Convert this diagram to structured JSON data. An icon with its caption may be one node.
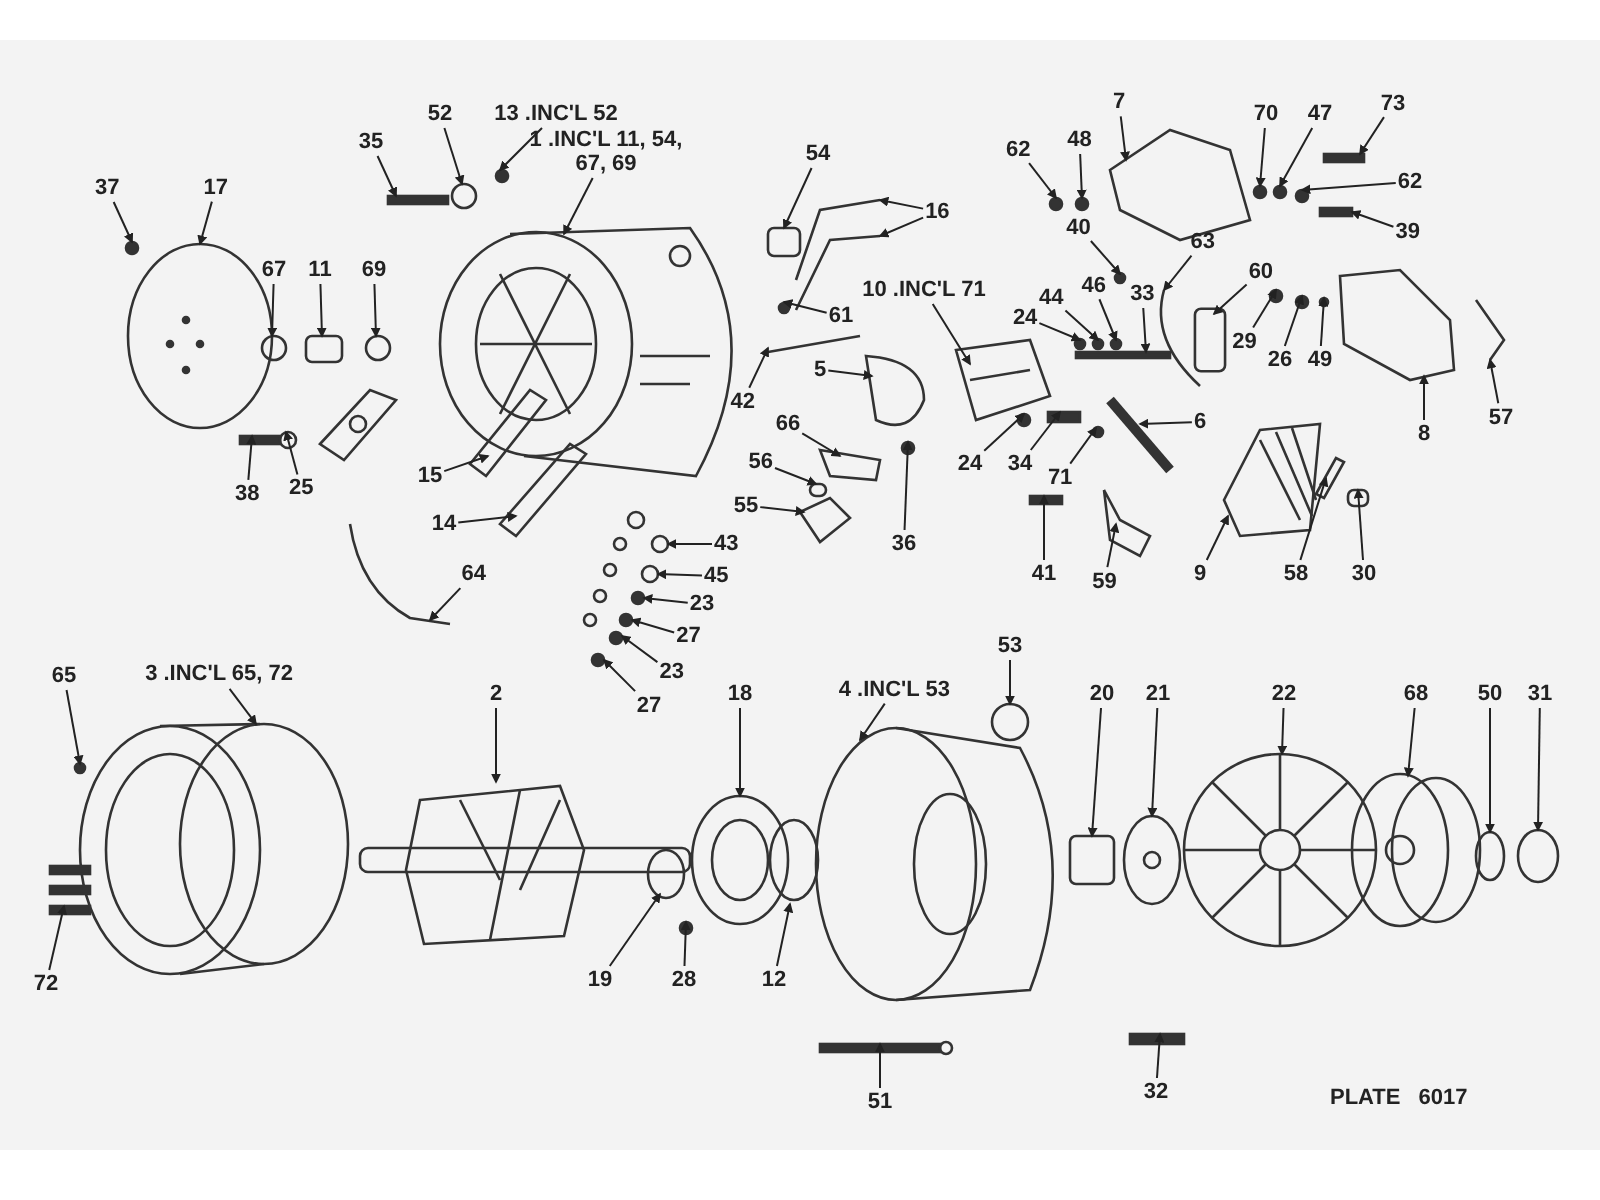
{
  "diagram": {
    "nodes": [
      {
        "text": [
          "37"
        ]
      },
      {
        "text": [
          "17"
        ]
      },
      {
        "text": [
          "67"
        ]
      },
      {
        "text": [
          "11"
        ]
      },
      {
        "text": [
          "69"
        ]
      },
      {
        "text": [
          "35"
        ]
      },
      {
        "text": [
          "52"
        ]
      },
      {
        "text": [
          "13 .INC'L 52"
        ]
      },
      {
        "text": [
          "1 .INC'L 11, 54, 67, 69"
        ]
      },
      {
        "text": [
          "54"
        ]
      },
      {
        "text": [
          "16"
        ]
      },
      {
        "text": [
          "61"
        ]
      },
      {
        "text": [
          "42"
        ]
      },
      {
        "text": [
          "5"
        ]
      },
      {
        "text": [
          "10 .INC'L 71"
        ]
      },
      {
        "text": [
          "62"
        ]
      },
      {
        "text": [
          "48"
        ]
      },
      {
        "text": [
          "7"
        ]
      },
      {
        "text": [
          "70"
        ]
      },
      {
        "text": [
          "47"
        ]
      },
      {
        "text": [
          "73"
        ]
      },
      {
        "text": [
          "62"
        ]
      },
      {
        "text": [
          "39"
        ]
      },
      {
        "text": [
          "40"
        ]
      },
      {
        "text": [
          "63"
        ]
      },
      {
        "text": [
          "46"
        ]
      },
      {
        "text": [
          "24"
        ]
      },
      {
        "text": [
          "44"
        ]
      },
      {
        "text": [
          "33"
        ]
      },
      {
        "text": [
          "60"
        ]
      },
      {
        "text": [
          "29"
        ]
      },
      {
        "text": [
          "26"
        ]
      },
      {
        "text": [
          "49"
        ]
      },
      {
        "text": [
          "8"
        ]
      },
      {
        "text": [
          "57"
        ]
      },
      {
        "text": [
          "24"
        ]
      },
      {
        "text": [
          "34"
        ]
      },
      {
        "text": [
          "71"
        ]
      },
      {
        "text": [
          "6"
        ]
      },
      {
        "text": [
          "66"
        ]
      },
      {
        "text": [
          "56"
        ]
      },
      {
        "text": [
          "55"
        ]
      },
      {
        "text": [
          "36"
        ]
      },
      {
        "text": [
          "41"
        ]
      },
      {
        "text": [
          "59"
        ]
      },
      {
        "text": [
          "9"
        ]
      },
      {
        "text": [
          "58"
        ]
      },
      {
        "text": [
          "30"
        ]
      },
      {
        "text": [
          "38"
        ]
      },
      {
        "text": [
          "25"
        ]
      },
      {
        "text": [
          "15"
        ]
      },
      {
        "text": [
          "14"
        ]
      },
      {
        "text": [
          "64"
        ]
      },
      {
        "text": [
          "43"
        ]
      },
      {
        "text": [
          "45"
        ]
      },
      {
        "text": [
          "23"
        ]
      },
      {
        "text": [
          "27"
        ]
      },
      {
        "text": [
          "23"
        ]
      },
      {
        "text": [
          "27"
        ]
      },
      {
        "text": [
          "53"
        ]
      },
      {
        "text": [
          "65"
        ]
      },
      {
        "text": [
          "3 .INC'L 65, 72"
        ]
      },
      {
        "text": [
          "2"
        ]
      },
      {
        "text": [
          "18"
        ]
      },
      {
        "text": [
          "4 .INC'L 53"
        ]
      },
      {
        "text": [
          "20"
        ]
      },
      {
        "text": [
          "21"
        ]
      },
      {
        "text": [
          "22"
        ]
      },
      {
        "text": [
          "68"
        ]
      },
      {
        "text": [
          "50"
        ]
      },
      {
        "text": [
          "31"
        ]
      },
      {
        "text": [
          "72"
        ]
      },
      {
        "text": [
          "19"
        ]
      },
      {
        "text": [
          "28"
        ]
      },
      {
        "text": [
          "12"
        ]
      },
      {
        "text": [
          "51"
        ]
      },
      {
        "text": [
          "32"
        ]
      },
      {
        "text": [],
        "shape": "circle"
      },
      {
        "text": [],
        "shape": "picture"
      },
      {
        "text": [],
        "shape": "circle"
      },
      {
        "text": [],
        "shape": "box"
      },
      {
        "text": [],
        "shape": "circle"
      },
      {
        "text": [],
        "shape": "bar"
      },
      {
        "text": [],
        "shape": "circle"
      },
      {
        "text": [],
        "shape": "circle"
      },
      {
        "text": [],
        "shape": "picture"
      },
      {
        "text": [],
        "shape": "box"
      },
      {
        "text": [],
        "shape": "picture"
      },
      {
        "text": [],
        "shape": "picture"
      },
      {
        "text": [],
        "shape": "circle"
      },
      {
        "text": [],
        "shape": "picture"
      },
      {
        "text": [],
        "shape": "picture"
      },
      {
        "text": [],
        "shape": "picture"
      },
      {
        "text": [],
        "shape": "circle"
      },
      {
        "text": [],
        "shape": "circle"
      },
      {
        "text": [],
        "shape": "picture"
      },
      {
        "text": [],
        "shape": "circle"
      },
      {
        "text": [],
        "shape": "circle"
      },
      {
        "text": [],
        "shape": "bar"
      },
      {
        "text": [],
        "shape": "circle"
      },
      {
        "text": [],
        "shape": "bar"
      },
      {
        "text": [],
        "shape": "circle"
      },
      {
        "text": [],
        "shape": "picture"
      },
      {
        "text": [],
        "shape": "circle"
      },
      {
        "text": [],
        "shape": "circle"
      },
      {
        "text": [],
        "shape": "circle"
      },
      {
        "text": [],
        "shape": "bar"
      },
      {
        "text": [],
        "shape": "box"
      },
      {
        "text": [],
        "shape": "circle"
      },
      {
        "text": [],
        "shape": "circle"
      },
      {
        "text": [],
        "shape": "circle"
      },
      {
        "text": [],
        "shape": "picture"
      },
      {
        "text": [],
        "shape": "picture"
      },
      {
        "text": [],
        "shape": "circle"
      },
      {
        "text": [],
        "shape": "bar"
      },
      {
        "text": [],
        "shape": "circle"
      },
      {
        "text": [],
        "shape": "picture"
      },
      {
        "text": [],
        "shape": "picture"
      },
      {
        "text": [],
        "shape": "box"
      },
      {
        "text": [],
        "shape": "picture"
      },
      {
        "text": [],
        "shape": "circle"
      },
      {
        "text": [],
        "shape": "bar"
      },
      {
        "text": [],
        "shape": "picture"
      },
      {
        "text": [],
        "shape": "picture"
      },
      {
        "text": [],
        "shape": "picture"
      },
      {
        "text": [],
        "shape": "box"
      },
      {
        "text": [],
        "shape": "bar"
      },
      {
        "text": [],
        "shape": "circle"
      },
      {
        "text": [],
        "shape": "picture"
      },
      {
        "text": [],
        "shape": "picture"
      },
      {
        "text": [],
        "shape": "picture"
      },
      {
        "text": [],
        "shape": "circle"
      },
      {
        "text": [],
        "shape": "circle"
      },
      {
        "text": [],
        "shape": "circle"
      },
      {
        "text": [],
        "shape": "circle"
      },
      {
        "text": [],
        "shape": "circle"
      },
      {
        "text": [],
        "shape": "circle"
      },
      {
        "text": [],
        "shape": "circle"
      },
      {
        "text": [],
        "shape": "circle"
      },
      {
        "text": [],
        "shape": "picture"
      },
      {
        "text": [],
        "shape": "picture"
      },
      {
        "text": [],
        "shape": "picture"
      },
      {
        "text": [],
        "shape": "picture"
      },
      {
        "text": [],
        "shape": "box"
      },
      {
        "text": [],
        "shape": "picture"
      },
      {
        "text": [],
        "shape": "picture"
      },
      {
        "text": [],
        "shape": "picture"
      },
      {
        "text": [],
        "shape": "circle"
      },
      {
        "text": [],
        "shape": "circle"
      },
      {
        "text": [],
        "shape": "picture"
      },
      {
        "text": [],
        "shape": "circle"
      },
      {
        "text": [],
        "shape": "circle"
      },
      {
        "text": [],
        "shape": "circle"
      },
      {
        "text": [],
        "shape": "picture"
      },
      {
        "text": [],
        "shape": "bar"
      }
    ],
    "edges": [
      {
        "from": 0,
        "to": 77,
        "arrow": "to"
      },
      {
        "from": 1,
        "to": 78,
        "arrow": "to"
      },
      {
        "from": 2,
        "to": 79,
        "arrow": "to"
      },
      {
        "from": 3,
        "to": 80,
        "arrow": "to"
      },
      {
        "from": 4,
        "to": 81,
        "arrow": "to"
      },
      {
        "from": 5,
        "to": 82,
        "arrow": "to"
      },
      {
        "from": 6,
        "to": 83,
        "arrow": "to"
      },
      {
        "from": 7,
        "to": 84,
        "arrow": "to"
      },
      {
        "from": 8,
        "to": 85,
        "arrow": "to"
      },
      {
        "from": 9,
        "to": 86,
        "arrow": "to"
      },
      {
        "from": 10,
        "to": 87,
        "arrow": "to"
      },
      {
        "from": 10,
        "to": 88,
        "arrow": "to"
      },
      {
        "from": 11,
        "to": 89,
        "arrow": "to"
      },
      {
        "from": 12,
        "to": 90,
        "arrow": "to"
      },
      {
        "from": 13,
        "to": 91,
        "arrow": "to"
      },
      {
        "from": 14,
        "to": 92,
        "arrow": "to"
      },
      {
        "from": 15,
        "to": 93,
        "arrow": "to"
      },
      {
        "from": 16,
        "to": 94,
        "arrow": "to"
      },
      {
        "from": 17,
        "to": 95,
        "arrow": "to"
      },
      {
        "from": 18,
        "to": 96,
        "arrow": "to"
      },
      {
        "from": 19,
        "to": 97,
        "arrow": "to"
      },
      {
        "from": 20,
        "to": 98,
        "arrow": "to"
      },
      {
        "from": 21,
        "to": 99,
        "arrow": "to"
      },
      {
        "from": 22,
        "to": 100,
        "arrow": "to"
      },
      {
        "from": 23,
        "to": 101,
        "arrow": "to"
      },
      {
        "from": 24,
        "to": 102,
        "arrow": "to"
      },
      {
        "from": 25,
        "to": 103,
        "arrow": "to"
      },
      {
        "from": 26,
        "to": 104,
        "arrow": "to"
      },
      {
        "from": 27,
        "to": 105,
        "arrow": "to"
      },
      {
        "from": 28,
        "to": 106,
        "arrow": "to"
      },
      {
        "from": 29,
        "to": 107,
        "arrow": "to"
      },
      {
        "from": 30,
        "to": 108,
        "arrow": "to"
      },
      {
        "from": 31,
        "to": 109,
        "arrow": "to"
      },
      {
        "from": 32,
        "to": 110,
        "arrow": "to"
      },
      {
        "from": 33,
        "to": 111,
        "arrow": "to"
      },
      {
        "from": 34,
        "to": 112,
        "arrow": "to"
      },
      {
        "from": 35,
        "to": 113,
        "arrow": "to"
      },
      {
        "from": 36,
        "to": 114,
        "arrow": "to"
      },
      {
        "from": 37,
        "to": 115,
        "arrow": "to"
      },
      {
        "from": 38,
        "to": 116,
        "arrow": "to"
      },
      {
        "from": 39,
        "to": 117,
        "arrow": "to"
      },
      {
        "from": 40,
        "to": 118,
        "arrow": "to"
      },
      {
        "from": 41,
        "to": 119,
        "arrow": "to"
      },
      {
        "from": 42,
        "to": 120,
        "arrow": "to"
      },
      {
        "from": 43,
        "to": 121,
        "arrow": "to"
      },
      {
        "from": 44,
        "to": 122,
        "arrow": "to"
      },
      {
        "from": 45,
        "to": 123,
        "arrow": "to"
      },
      {
        "from": 46,
        "to": 124,
        "arrow": "to"
      },
      {
        "from": 47,
        "to": 125,
        "arrow": "to"
      },
      {
        "from": 48,
        "to": 126,
        "arrow": "to"
      },
      {
        "from": 49,
        "to": 127,
        "arrow": "to"
      },
      {
        "from": 50,
        "to": 128,
        "arrow": "to"
      },
      {
        "from": 51,
        "to": 129,
        "arrow": "to"
      },
      {
        "from": 52,
        "to": 130,
        "arrow": "to"
      },
      {
        "from": 53,
        "to": 131,
        "arrow": "to"
      },
      {
        "from": 54,
        "to": 132,
        "arrow": "to"
      },
      {
        "from": 55,
        "to": 133,
        "arrow": "to"
      },
      {
        "from": 56,
        "to": 134,
        "arrow": "to"
      },
      {
        "from": 57,
        "to": 135,
        "arrow": "to"
      },
      {
        "from": 58,
        "to": 136,
        "arrow": "to"
      },
      {
        "from": 59,
        "to": 137,
        "arrow": "to"
      },
      {
        "from": 60,
        "to": 138,
        "arrow": "to"
      },
      {
        "from": 61,
        "to": 139,
        "arrow": "to"
      },
      {
        "from": 62,
        "to": 140,
        "arrow": "to"
      },
      {
        "from": 63,
        "to": 141,
        "arrow": "to"
      },
      {
        "from": 64,
        "to": 142,
        "arrow": "to"
      },
      {
        "from": 65,
        "to": 143,
        "arrow": "to"
      },
      {
        "from": 66,
        "to": 144,
        "arrow": "to"
      },
      {
        "from": 67,
        "to": 145,
        "arrow": "to"
      },
      {
        "from": 68,
        "to": 146,
        "arrow": "to"
      },
      {
        "from": 69,
        "to": 147,
        "arrow": "to"
      },
      {
        "from": 70,
        "to": 148,
        "arrow": "to"
      },
      {
        "from": 71,
        "to": 149,
        "arrow": "to"
      },
      {
        "from": 72,
        "to": 150,
        "arrow": "to"
      },
      {
        "from": 73,
        "to": 151,
        "arrow": "to"
      },
      {
        "from": 74,
        "to": 152,
        "arrow": "to"
      },
      {
        "from": 75,
        "to": 153,
        "arrow": "to"
      },
      {
        "from": 76,
        "to": 154,
        "arrow": "to"
      }
    ],
    "labels": [
      "PLATE 6017"
    ]
  }
}
